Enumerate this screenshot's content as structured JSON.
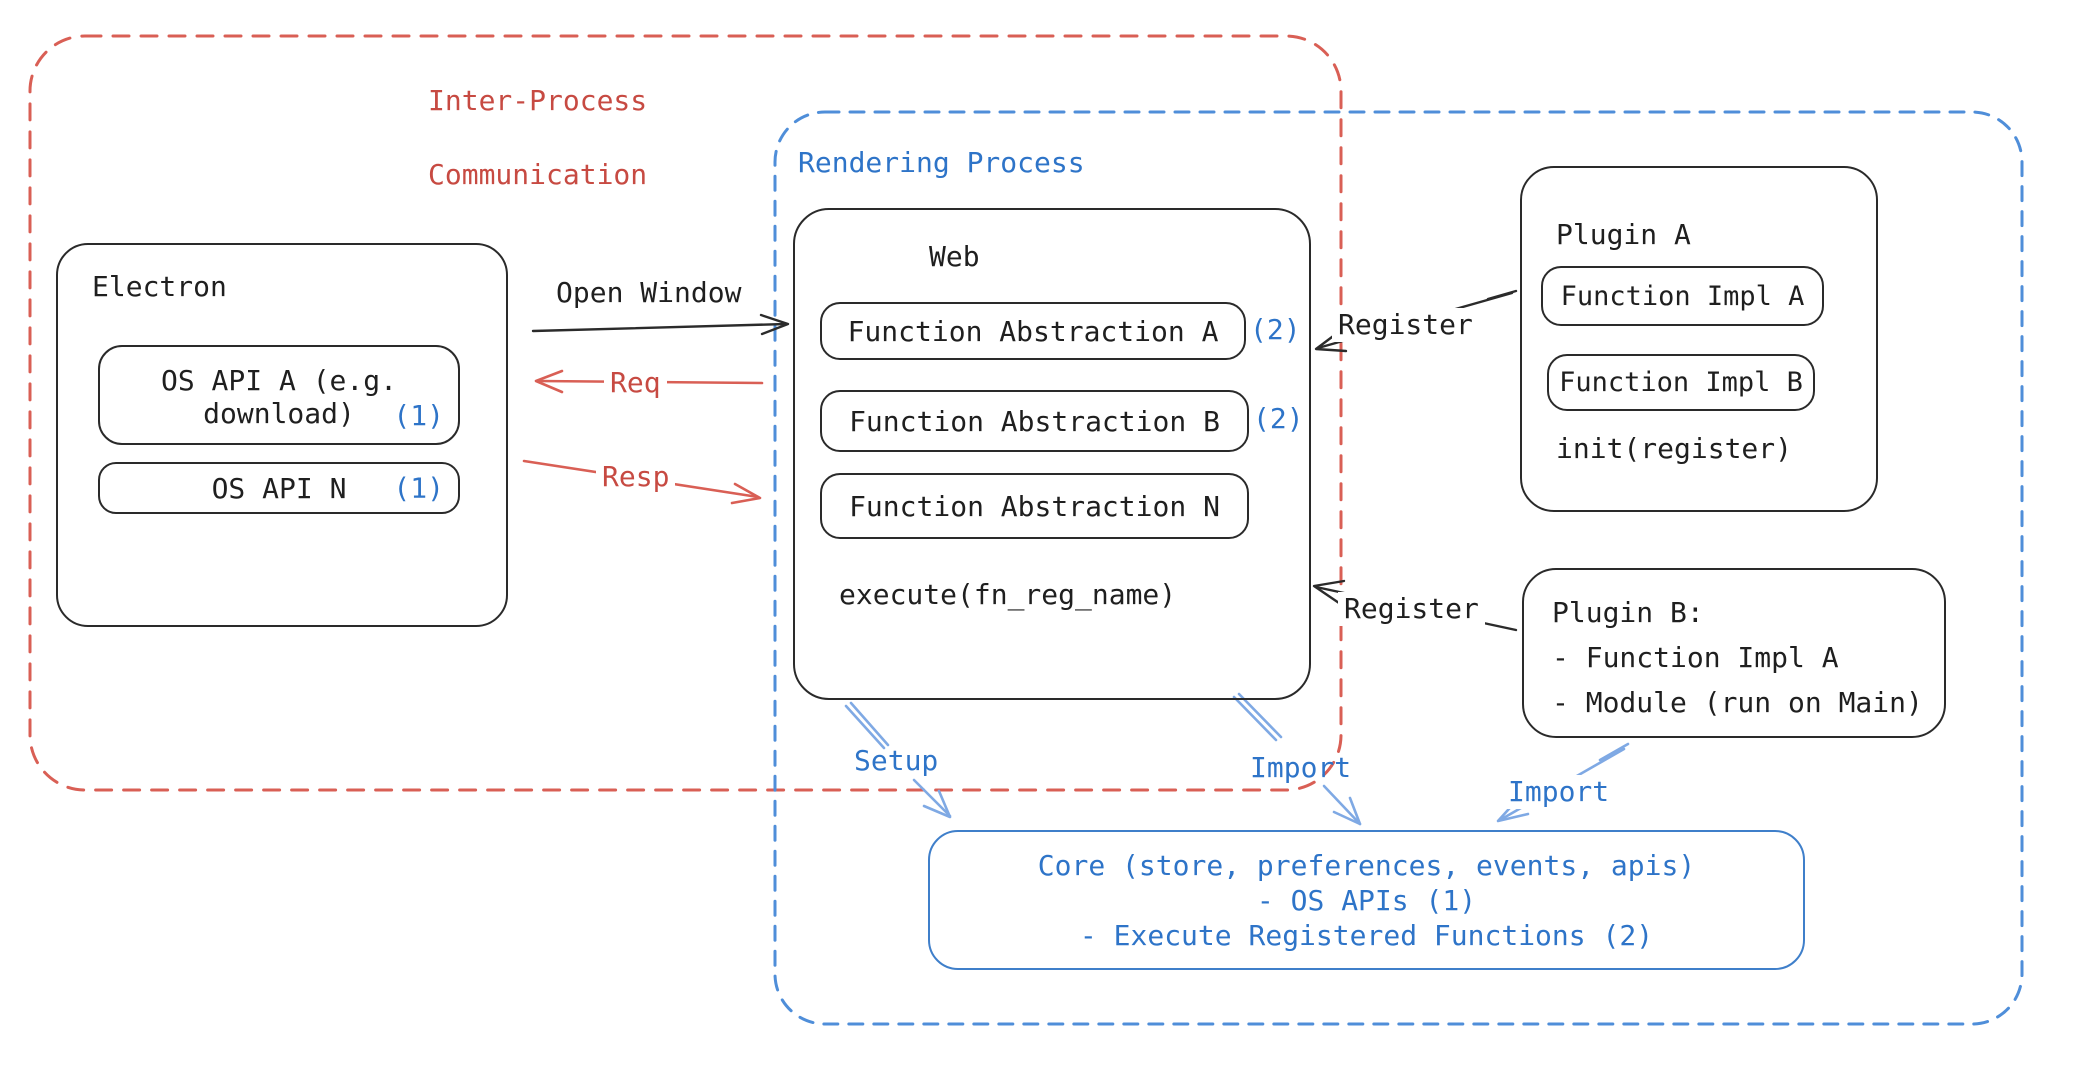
{
  "ipc_box": {
    "label_line1": "Inter-Process",
    "label_line2": "Communication"
  },
  "rendering_box": {
    "label": "Rendering Process"
  },
  "electron": {
    "title": "Electron",
    "api_a": {
      "line1": "OS API A (e.g.",
      "line2": "download)",
      "badge": "(1)"
    },
    "api_n": {
      "label": "OS API N",
      "badge": "(1)"
    }
  },
  "web": {
    "title": "Web",
    "abstractions": [
      {
        "label": "Function Abstraction A",
        "badge": "(2)"
      },
      {
        "label": "Function Abstraction B",
        "badge": "(2)"
      },
      {
        "label": "Function Abstraction N"
      }
    ],
    "execute": "execute(fn_reg_name)"
  },
  "plugin_a": {
    "title": "Plugin A",
    "impl_a": "Function Impl A",
    "impl_b": "Function Impl B",
    "init": "init(register)"
  },
  "plugin_b": {
    "title": "Plugin B:",
    "item1": "- Function Impl A",
    "item2": "- Module (run on Main)"
  },
  "core": {
    "line1": "Core (store, preferences, events, apis)",
    "line2": "- OS APIs (1)",
    "line3": "- Execute Registered Functions (2)"
  },
  "arrows": {
    "open_window": "Open Window",
    "req": "Req",
    "resp": "Resp",
    "register_top": "Register",
    "register_bottom": "Register",
    "setup": "Setup",
    "import_mid": "Import",
    "import_right": "Import"
  },
  "colors": {
    "ink": "#1f1f1f",
    "red_border": "#d95f55",
    "red_text": "#c74a42",
    "blue_text": "#2e74c8",
    "blue_dash": "#4f8ed9",
    "blue_arrow": "#7fa9e4",
    "core_border": "#3f7fca"
  }
}
